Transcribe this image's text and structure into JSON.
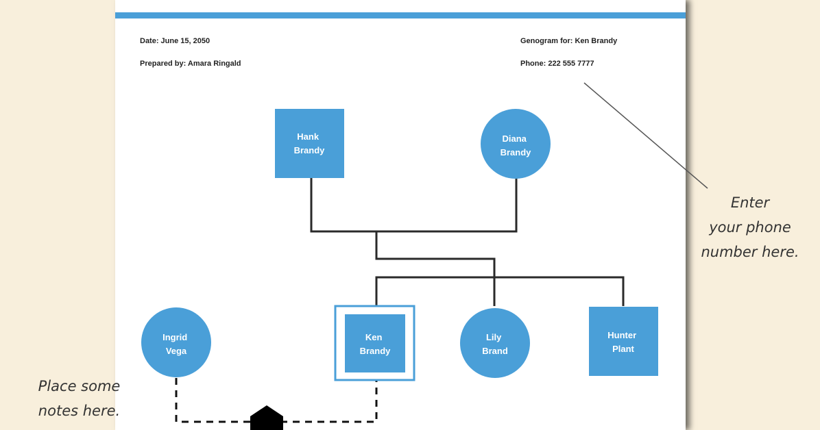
{
  "header": {
    "date": "Date: June 15, 2050",
    "prepared_by": "Prepared by: Amara Ringald",
    "genogram_for": "Genogram for: Ken Brandy",
    "phone": "Phone: 222 555 7777"
  },
  "people": {
    "hank": [
      "Hank",
      "Brandy"
    ],
    "diana": [
      "Diana",
      "Brandy"
    ],
    "ingrid": [
      "Ingrid",
      "Vega"
    ],
    "ken": [
      "Ken",
      "Brandy"
    ],
    "lily": [
      "Lily",
      "Brand"
    ],
    "hunter": [
      "Hunter",
      "Plant"
    ]
  },
  "notes": {
    "phone_hint": [
      "Enter",
      "your phone",
      "number here."
    ],
    "notes_hint": [
      "Place some",
      "notes here."
    ]
  },
  "colors": {
    "accent": "#4a9fd8",
    "background": "#f8efdc"
  }
}
